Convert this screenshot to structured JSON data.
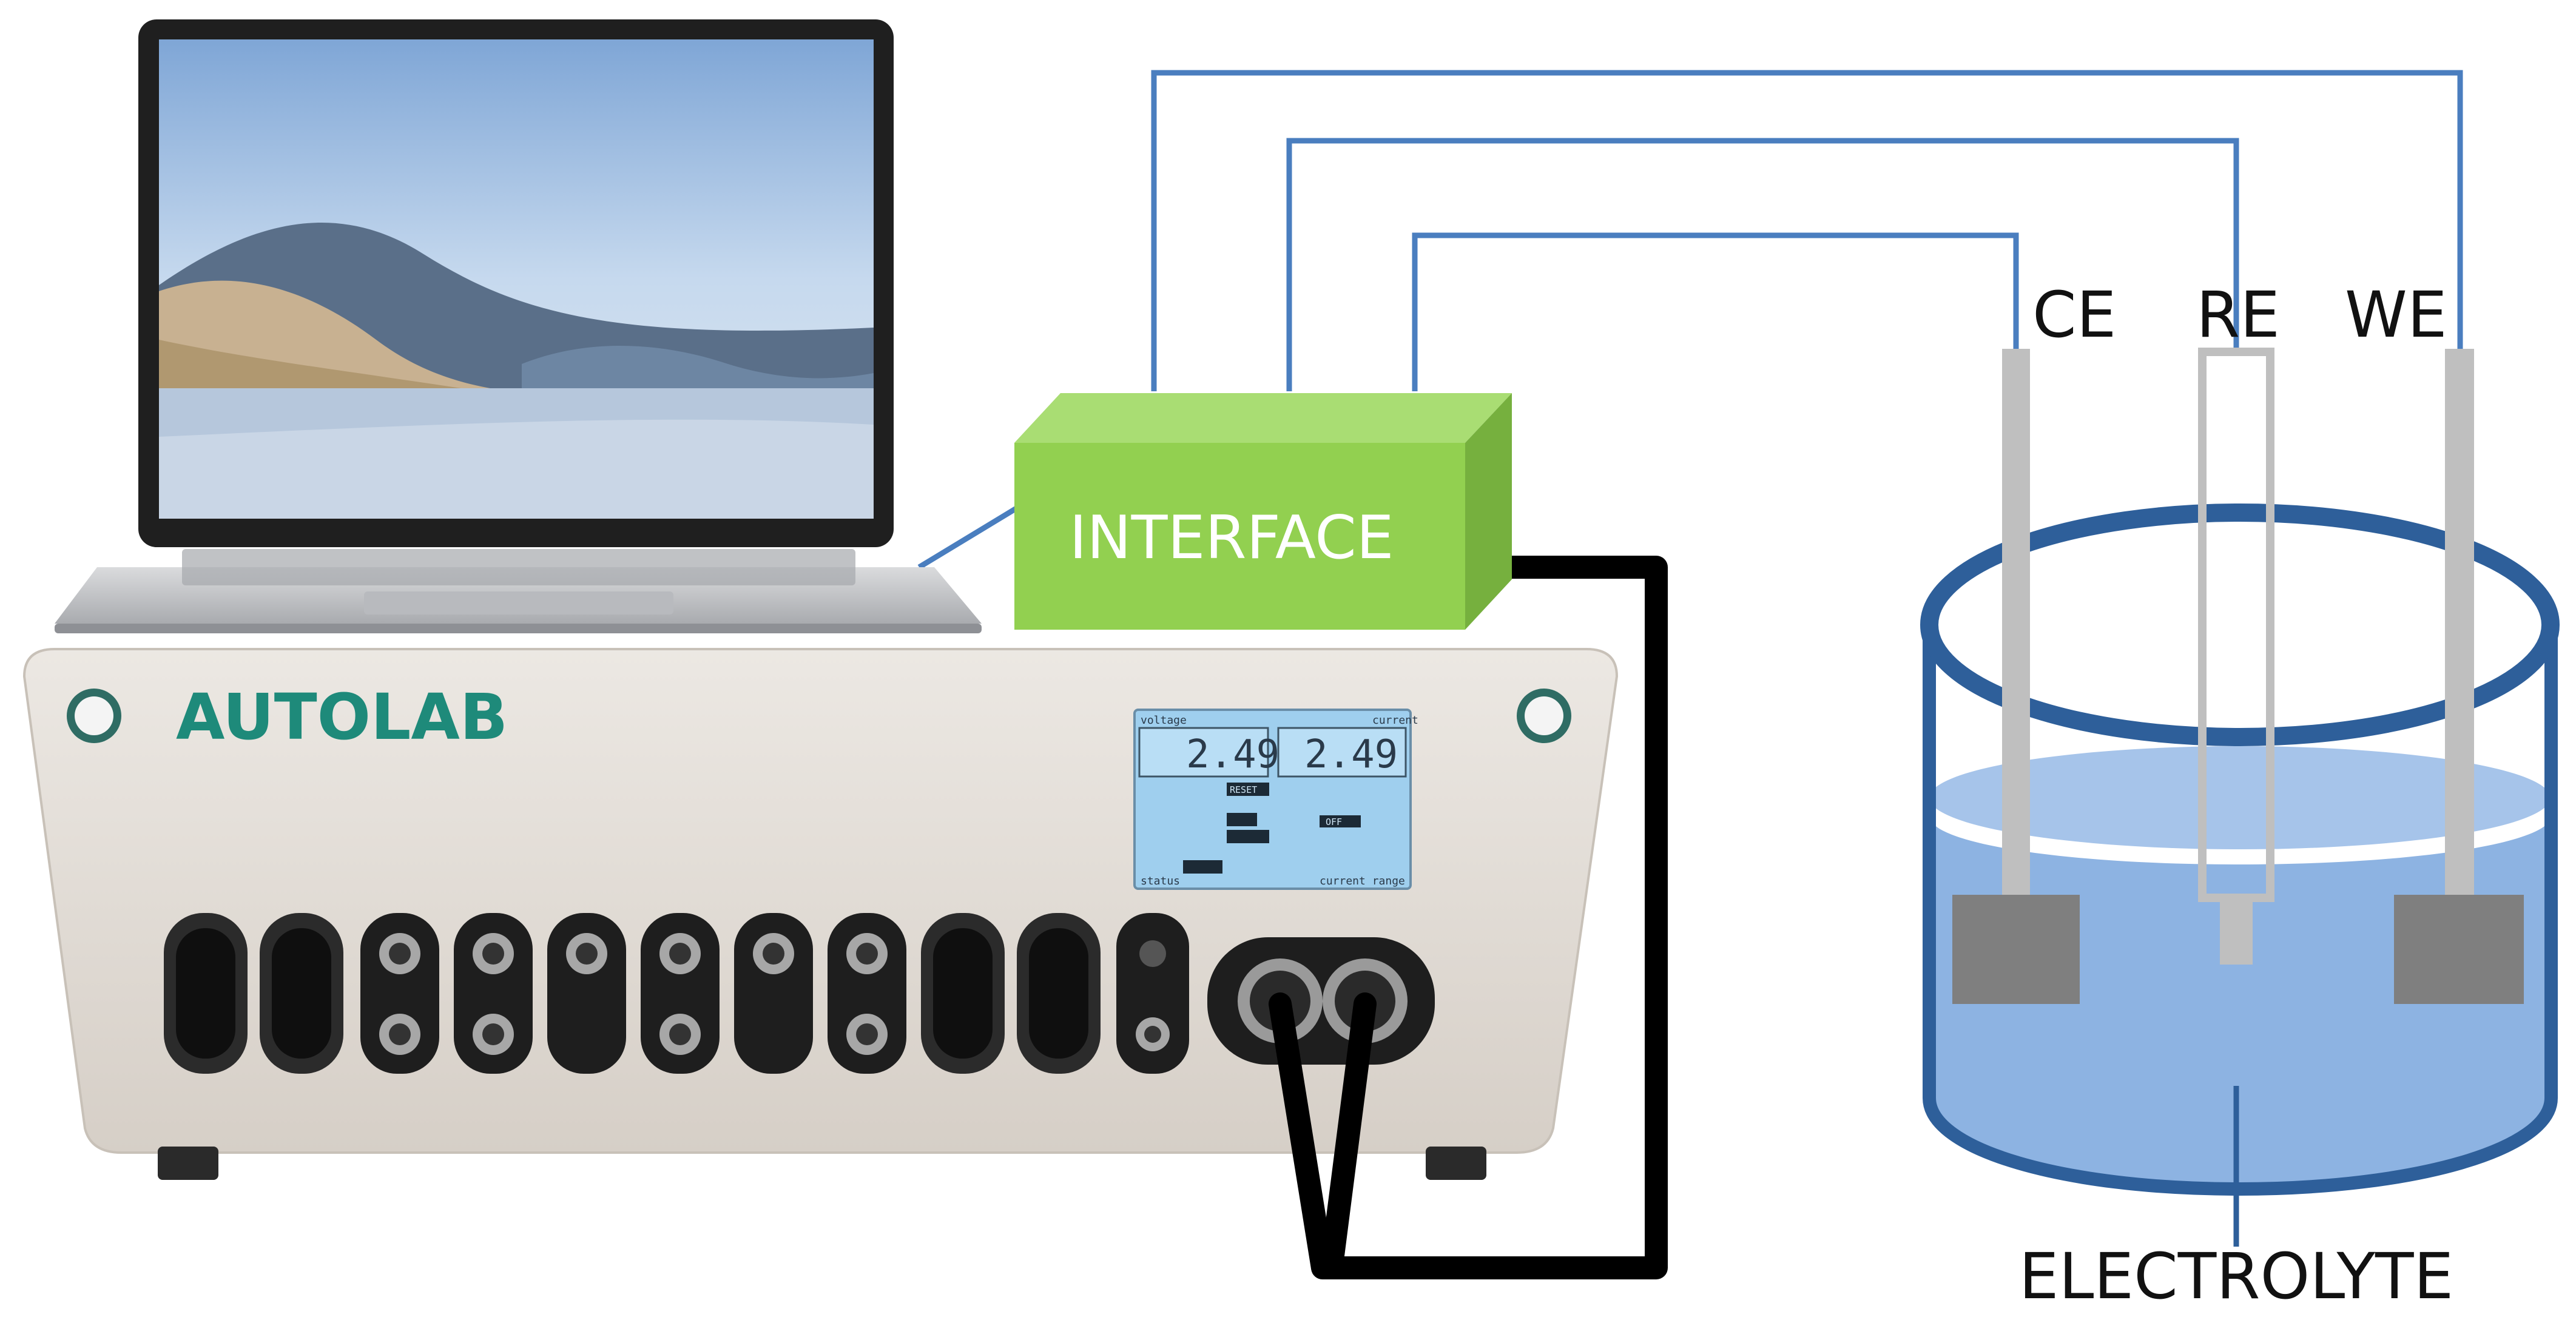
{
  "labels": {
    "interface": "INTERFACE",
    "ce": "CE",
    "re": "RE",
    "we": "WE",
    "electrolyte": "ELECTROLYTE"
  },
  "device": {
    "brand": "AUTOLAB",
    "display": {
      "left_caption": "voltage",
      "right_caption": "current",
      "left_value": "2.49",
      "right_value": "2.49",
      "reset": "RESET",
      "mode": "OFF",
      "status": "status",
      "range": "current range"
    }
  },
  "colors": {
    "wire": "#4a7ebf",
    "interface_front": "#92d050",
    "interface_top": "#a9dd73",
    "interface_side": "#76b03e",
    "cable": "#000000",
    "cell_outline": "#2e5f9a",
    "electrolyte": "#8db3e2",
    "electrode": "#bfbfbf",
    "electrode_plate": "#7f7f7f",
    "brand": "#1e8a7a",
    "chassis": "#e3ddd6",
    "lcd": "#a9d4ee"
  },
  "icons": {
    "laptop": "laptop-icon",
    "potentiostat": "potentiostat-device"
  }
}
